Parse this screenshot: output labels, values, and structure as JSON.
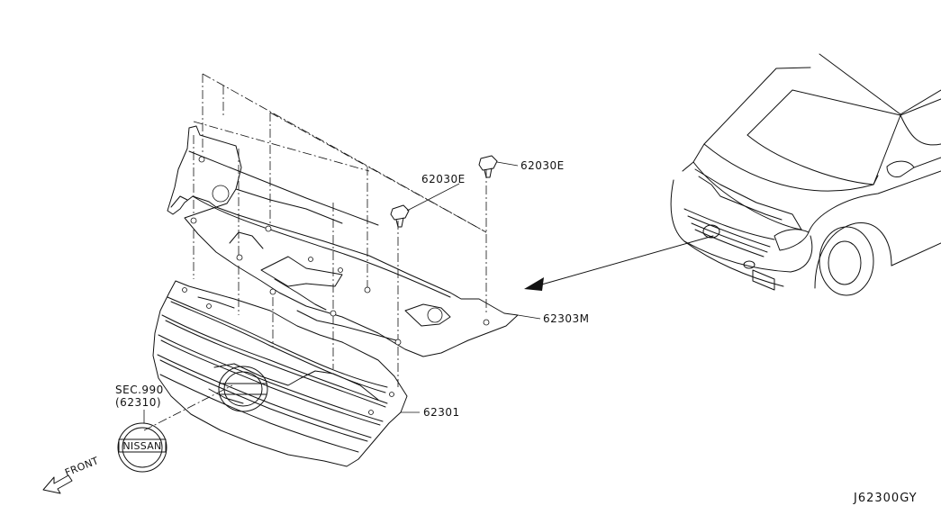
{
  "labels": {
    "clip_upper": "62030E",
    "clip_lower": "62030E",
    "cover": "62303M",
    "grille": "62301",
    "sec_ref": "SEC.990",
    "sec_part": "(62310)",
    "front": "FRONT",
    "diagram_code": "J62300GY"
  },
  "emblem_text": "NISSAN"
}
